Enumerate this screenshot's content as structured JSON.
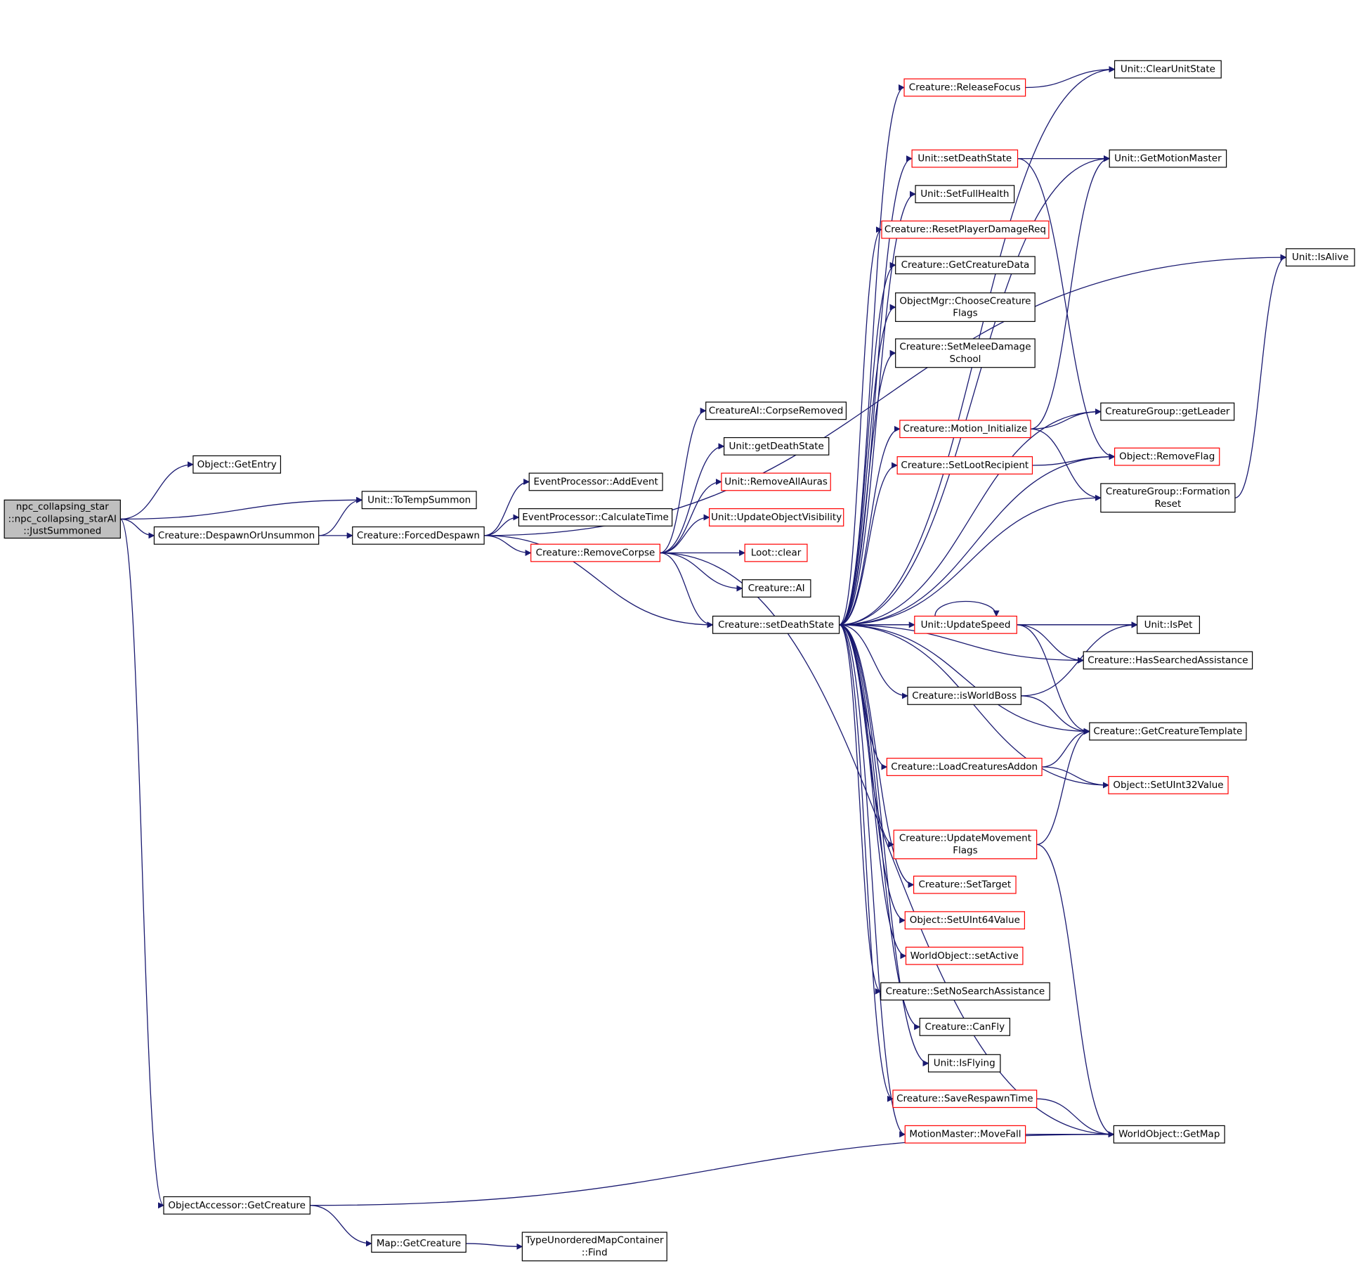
{
  "colors": {
    "edge": "#191970",
    "node_border": "#000000",
    "truncated_border": "#ff0000",
    "root_fill": "#bfbfbf"
  },
  "nodes": [
    {
      "id": "root",
      "lines": [
        "npc_collapsing_star",
        "::npc_collapsing_starAI",
        "::JustSummoned"
      ],
      "style": "root"
    },
    {
      "id": "getEntry",
      "lines": [
        "Object::GetEntry"
      ],
      "style": "normal"
    },
    {
      "id": "toTempSummon",
      "lines": [
        "Unit::ToTempSummon"
      ],
      "style": "normal"
    },
    {
      "id": "despawnOrUnsummon",
      "lines": [
        "Creature::DespawnOrUnsummon"
      ],
      "style": "normal"
    },
    {
      "id": "forcedDespawn",
      "lines": [
        "Creature::ForcedDespawn"
      ],
      "style": "normal"
    },
    {
      "id": "addEvent",
      "lines": [
        "EventProcessor::AddEvent"
      ],
      "style": "normal"
    },
    {
      "id": "calculateTime",
      "lines": [
        "EventProcessor::CalculateTime"
      ],
      "style": "normal"
    },
    {
      "id": "removeCorpse",
      "lines": [
        "Creature::RemoveCorpse"
      ],
      "style": "red"
    },
    {
      "id": "corpseRemoved",
      "lines": [
        "CreatureAI::CorpseRemoved"
      ],
      "style": "normal"
    },
    {
      "id": "getDeathState",
      "lines": [
        "Unit::getDeathState"
      ],
      "style": "normal"
    },
    {
      "id": "removeAllAuras",
      "lines": [
        "Unit::RemoveAllAuras"
      ],
      "style": "red"
    },
    {
      "id": "updateObjectVisibility",
      "lines": [
        "Unit::UpdateObjectVisibility"
      ],
      "style": "red"
    },
    {
      "id": "lootClear",
      "lines": [
        "Loot::clear"
      ],
      "style": "red"
    },
    {
      "id": "creatureAI",
      "lines": [
        "Creature::AI"
      ],
      "style": "normal"
    },
    {
      "id": "setDeathStateC",
      "lines": [
        "Creature::setDeathState"
      ],
      "style": "normal"
    },
    {
      "id": "releaseFocus",
      "lines": [
        "Creature::ReleaseFocus"
      ],
      "style": "red"
    },
    {
      "id": "setDeathStateU",
      "lines": [
        "Unit::setDeathState"
      ],
      "style": "red"
    },
    {
      "id": "setFullHealth",
      "lines": [
        "Unit::SetFullHealth"
      ],
      "style": "normal"
    },
    {
      "id": "resetPlayerDamageReq",
      "lines": [
        "Creature::ResetPlayerDamageReq"
      ],
      "style": "red"
    },
    {
      "id": "getCreatureData",
      "lines": [
        "Creature::GetCreatureData"
      ],
      "style": "normal"
    },
    {
      "id": "chooseCreatureFlags",
      "lines": [
        "ObjectMgr::ChooseCreature",
        "Flags"
      ],
      "style": "normal"
    },
    {
      "id": "setMeleeDamageSchool",
      "lines": [
        "Creature::SetMeleeDamage",
        "School"
      ],
      "style": "normal"
    },
    {
      "id": "motionInitialize",
      "lines": [
        "Creature::Motion_Initialize"
      ],
      "style": "red"
    },
    {
      "id": "setLootRecipient",
      "lines": [
        "Creature::SetLootRecipient"
      ],
      "style": "red"
    },
    {
      "id": "clearUnitState",
      "lines": [
        "Unit::ClearUnitState"
      ],
      "style": "normal"
    },
    {
      "id": "getMotionMaster",
      "lines": [
        "Unit::GetMotionMaster"
      ],
      "style": "normal"
    },
    {
      "id": "getLeader",
      "lines": [
        "CreatureGroup::getLeader"
      ],
      "style": "normal"
    },
    {
      "id": "removeFlag",
      "lines": [
        "Object::RemoveFlag"
      ],
      "style": "red"
    },
    {
      "id": "formationReset",
      "lines": [
        "CreatureGroup::Formation",
        "Reset"
      ],
      "style": "normal"
    },
    {
      "id": "isAlive",
      "lines": [
        "Unit::IsAlive"
      ],
      "style": "normal"
    },
    {
      "id": "updateSpeed",
      "lines": [
        "Unit::UpdateSpeed"
      ],
      "style": "red"
    },
    {
      "id": "isPet",
      "lines": [
        "Unit::IsPet"
      ],
      "style": "normal"
    },
    {
      "id": "hasSearchedAssistance",
      "lines": [
        "Creature::HasSearchedAssistance"
      ],
      "style": "normal"
    },
    {
      "id": "isWorldBoss",
      "lines": [
        "Creature::isWorldBoss"
      ],
      "style": "normal"
    },
    {
      "id": "getCreatureTemplate",
      "lines": [
        "Creature::GetCreatureTemplate"
      ],
      "style": "normal"
    },
    {
      "id": "loadCreaturesAddon",
      "lines": [
        "Creature::LoadCreaturesAddon"
      ],
      "style": "red"
    },
    {
      "id": "setUInt32Value",
      "lines": [
        "Object::SetUInt32Value"
      ],
      "style": "red"
    },
    {
      "id": "updateMovementFlags",
      "lines": [
        "Creature::UpdateMovement",
        "Flags"
      ],
      "style": "red"
    },
    {
      "id": "setTarget",
      "lines": [
        "Creature::SetTarget"
      ],
      "style": "red"
    },
    {
      "id": "setUInt64Value",
      "lines": [
        "Object::SetUInt64Value"
      ],
      "style": "red"
    },
    {
      "id": "setActive",
      "lines": [
        "WorldObject::setActive"
      ],
      "style": "red"
    },
    {
      "id": "setNoSearchAssistance",
      "lines": [
        "Creature::SetNoSearchAssistance"
      ],
      "style": "normal"
    },
    {
      "id": "canFly",
      "lines": [
        "Creature::CanFly"
      ],
      "style": "normal"
    },
    {
      "id": "isFlying",
      "lines": [
        "Unit::IsFlying"
      ],
      "style": "normal"
    },
    {
      "id": "saveRespawnTime",
      "lines": [
        "Creature::SaveRespawnTime"
      ],
      "style": "red"
    },
    {
      "id": "moveFall",
      "lines": [
        "MotionMaster::MoveFall"
      ],
      "style": "red"
    },
    {
      "id": "getMap",
      "lines": [
        "WorldObject::GetMap"
      ],
      "style": "normal"
    },
    {
      "id": "getCreatureOA",
      "lines": [
        "ObjectAccessor::GetCreature"
      ],
      "style": "normal"
    },
    {
      "id": "mapGetCreature",
      "lines": [
        "Map::GetCreature"
      ],
      "style": "normal"
    },
    {
      "id": "typeFind",
      "lines": [
        "TypeUnorderedMapContainer",
        "::Find"
      ],
      "style": "normal"
    }
  ],
  "edges": [
    [
      "root",
      "getEntry"
    ],
    [
      "root",
      "toTempSummon"
    ],
    [
      "root",
      "despawnOrUnsummon"
    ],
    [
      "root",
      "getCreatureOA"
    ],
    [
      "despawnOrUnsummon",
      "toTempSummon"
    ],
    [
      "despawnOrUnsummon",
      "forcedDespawn"
    ],
    [
      "forcedDespawn",
      "isAlive"
    ],
    [
      "forcedDespawn",
      "addEvent"
    ],
    [
      "forcedDespawn",
      "calculateTime"
    ],
    [
      "forcedDespawn",
      "removeCorpse"
    ],
    [
      "forcedDespawn",
      "setDeathStateC"
    ],
    [
      "removeCorpse",
      "corpseRemoved"
    ],
    [
      "removeCorpse",
      "getDeathState"
    ],
    [
      "removeCorpse",
      "removeAllAuras"
    ],
    [
      "removeCorpse",
      "updateObjectVisibility"
    ],
    [
      "removeCorpse",
      "lootClear"
    ],
    [
      "removeCorpse",
      "creatureAI"
    ],
    [
      "removeCorpse",
      "setDeathStateC"
    ],
    [
      "removeCorpse",
      "getMap"
    ],
    [
      "setDeathStateC",
      "clearUnitState"
    ],
    [
      "setDeathStateC",
      "releaseFocus"
    ],
    [
      "setDeathStateC",
      "getMotionMaster"
    ],
    [
      "setDeathStateC",
      "setDeathStateU"
    ],
    [
      "setDeathStateC",
      "setFullHealth"
    ],
    [
      "setDeathStateC",
      "resetPlayerDamageReq"
    ],
    [
      "setDeathStateC",
      "getCreatureData"
    ],
    [
      "setDeathStateC",
      "chooseCreatureFlags"
    ],
    [
      "setDeathStateC",
      "setMeleeDamageSchool"
    ],
    [
      "setDeathStateC",
      "getLeader"
    ],
    [
      "setDeathStateC",
      "motionInitialize"
    ],
    [
      "setDeathStateC",
      "setLootRecipient"
    ],
    [
      "setDeathStateC",
      "removeFlag"
    ],
    [
      "setDeathStateC",
      "formationReset"
    ],
    [
      "setDeathStateC",
      "isPet"
    ],
    [
      "setDeathStateC",
      "updateSpeed"
    ],
    [
      "setDeathStateC",
      "hasSearchedAssistance"
    ],
    [
      "setDeathStateC",
      "isWorldBoss"
    ],
    [
      "setDeathStateC",
      "getCreatureTemplate"
    ],
    [
      "setDeathStateC",
      "loadCreaturesAddon"
    ],
    [
      "setDeathStateC",
      "setUInt32Value"
    ],
    [
      "setDeathStateC",
      "updateMovementFlags"
    ],
    [
      "setDeathStateC",
      "setTarget"
    ],
    [
      "setDeathStateC",
      "setUInt64Value"
    ],
    [
      "setDeathStateC",
      "setActive"
    ],
    [
      "setDeathStateC",
      "setNoSearchAssistance"
    ],
    [
      "setDeathStateC",
      "canFly"
    ],
    [
      "setDeathStateC",
      "isFlying"
    ],
    [
      "setDeathStateC",
      "saveRespawnTime"
    ],
    [
      "setDeathStateC",
      "moveFall"
    ],
    [
      "releaseFocus",
      "clearUnitState"
    ],
    [
      "setDeathStateU",
      "getMotionMaster"
    ],
    [
      "setDeathStateU",
      "removeFlag"
    ],
    [
      "motionInitialize",
      "getMotionMaster"
    ],
    [
      "motionInitialize",
      "getLeader"
    ],
    [
      "motionInitialize",
      "formationReset"
    ],
    [
      "setLootRecipient",
      "removeFlag"
    ],
    [
      "formationReset",
      "isAlive"
    ],
    [
      "updateSpeed",
      "updateSpeed"
    ],
    [
      "updateSpeed",
      "isPet"
    ],
    [
      "updateSpeed",
      "hasSearchedAssistance"
    ],
    [
      "updateSpeed",
      "getCreatureTemplate"
    ],
    [
      "isWorldBoss",
      "isPet"
    ],
    [
      "isWorldBoss",
      "getCreatureTemplate"
    ],
    [
      "loadCreaturesAddon",
      "getCreatureTemplate"
    ],
    [
      "loadCreaturesAddon",
      "setUInt32Value"
    ],
    [
      "updateMovementFlags",
      "getCreatureTemplate"
    ],
    [
      "updateMovementFlags",
      "getMap"
    ],
    [
      "saveRespawnTime",
      "getMap"
    ],
    [
      "moveFall",
      "getMap"
    ],
    [
      "getCreatureOA",
      "getMap"
    ],
    [
      "getCreatureOA",
      "mapGetCreature"
    ],
    [
      "mapGetCreature",
      "typeFind"
    ]
  ]
}
